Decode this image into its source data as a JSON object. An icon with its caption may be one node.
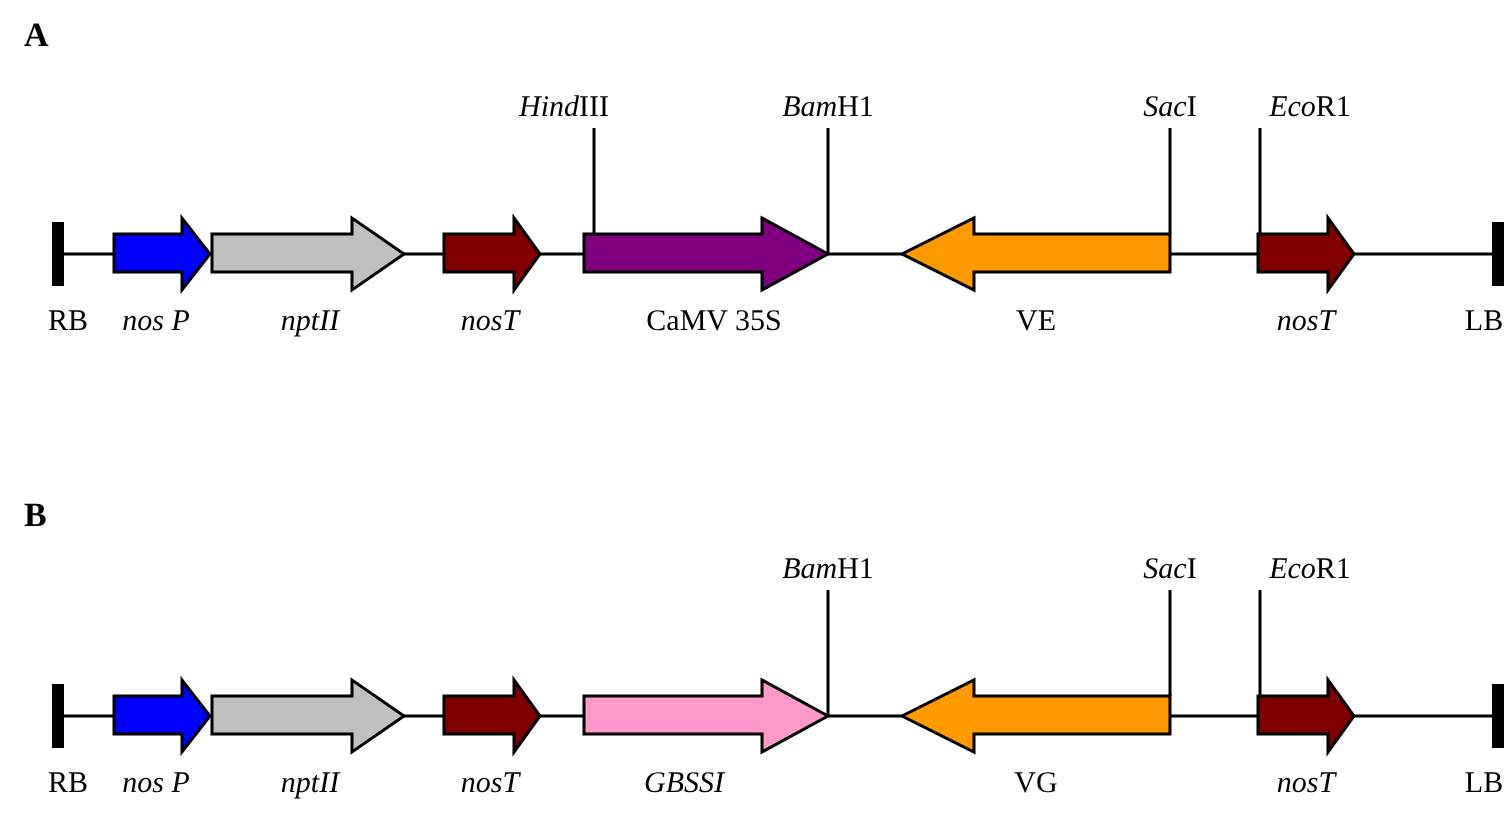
{
  "diagram": {
    "nodes": [
      {
        "text": [
          "HindIII"
        ]
      },
      {
        "text": [
          "BamH1"
        ]
      },
      {
        "text": [
          "SacI"
        ]
      },
      {
        "text": [
          "EcoR1"
        ]
      },
      {
        "text": [
          "RB"
        ]
      },
      {
        "text": [
          "nos P"
        ]
      },
      {
        "text": [
          "nptII"
        ]
      },
      {
        "text": [
          "nosT"
        ]
      },
      {
        "text": [
          "CaMV 35S"
        ]
      },
      {
        "text": [
          "VE"
        ]
      },
      {
        "text": [
          "nosT"
        ]
      },
      {
        "text": [
          "LB"
        ]
      },
      {
        "text": [
          "BamH1"
        ]
      },
      {
        "text": [
          "SacI"
        ]
      },
      {
        "text": [
          "EcoR1"
        ]
      },
      {
        "text": [
          "RB"
        ]
      },
      {
        "text": [
          "nos P"
        ]
      },
      {
        "text": [
          "nptII"
        ]
      },
      {
        "text": [
          "nosT"
        ]
      },
      {
        "text": [
          "GBSSI"
        ]
      },
      {
        "text": [
          "VG"
        ]
      },
      {
        "text": [
          "nosT"
        ]
      },
      {
        "text": [
          "LB"
        ]
      }
    ],
    "edges": [
      {
        "from": 0,
        "to": 8,
        "arrow": "none"
      },
      {
        "from": 1,
        "to": 8,
        "arrow": "none"
      },
      {
        "from": 2,
        "to": 9,
        "arrow": "none"
      },
      {
        "from": 3,
        "to": 10,
        "arrow": "none"
      },
      {
        "from": 4,
        "to": 5,
        "arrow": "none"
      },
      {
        "from": 6,
        "to": 7,
        "arrow": "none"
      },
      {
        "from": 7,
        "to": 8,
        "arrow": "none"
      },
      {
        "from": 8,
        "to": 9,
        "arrow": "none"
      },
      {
        "from": 9,
        "to": 10,
        "arrow": "none"
      },
      {
        "from": 10,
        "to": 11,
        "arrow": "none"
      },
      {
        "from": 12,
        "to": 19,
        "arrow": "none"
      },
      {
        "from": 13,
        "to": 20,
        "arrow": "none"
      },
      {
        "from": 14,
        "to": 21,
        "arrow": "none"
      },
      {
        "from": 15,
        "to": 16,
        "arrow": "none"
      },
      {
        "from": 17,
        "to": 18,
        "arrow": "none"
      },
      {
        "from": 18,
        "to": 19,
        "arrow": "none"
      },
      {
        "from": 19,
        "to": 20,
        "arrow": "none"
      },
      {
        "from": 20,
        "to": 21,
        "arrow": "none"
      },
      {
        "from": 21,
        "to": 22,
        "arrow": "none"
      }
    ],
    "labels": [
      "A",
      "B"
    ]
  }
}
